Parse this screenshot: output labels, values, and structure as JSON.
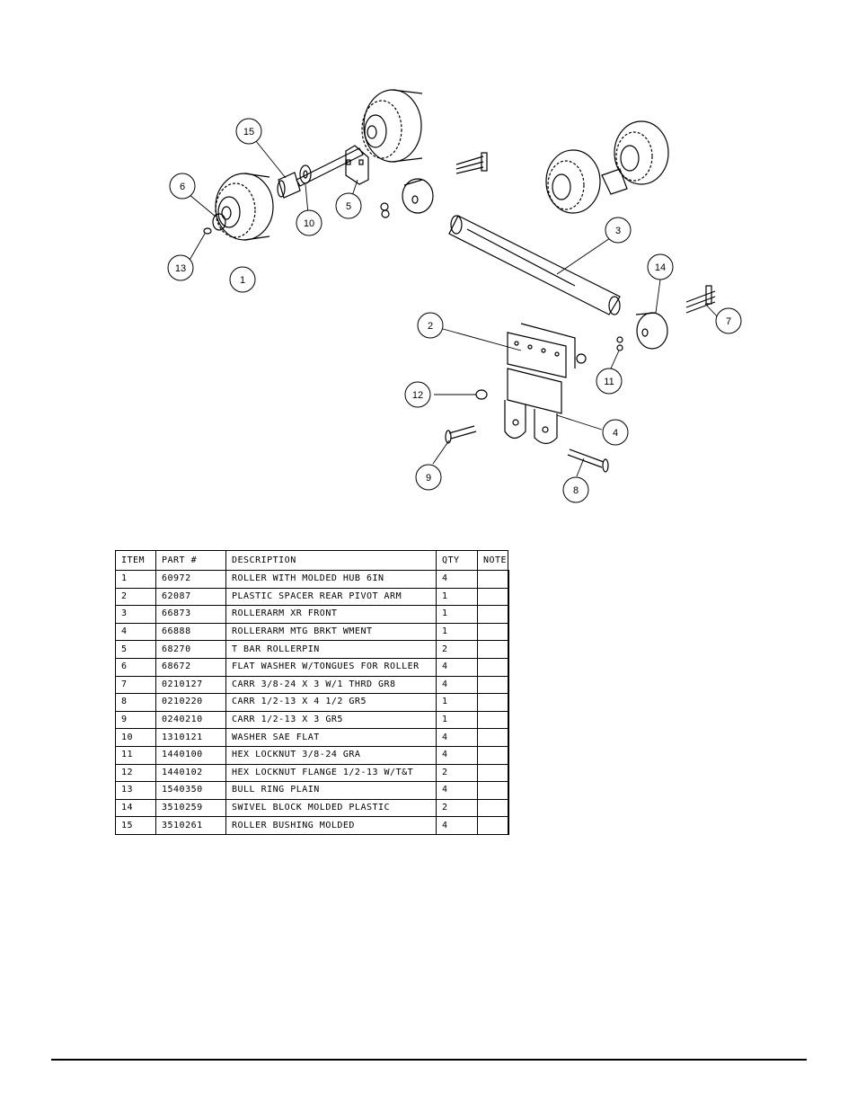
{
  "diagram": {
    "callouts": [
      "1",
      "2",
      "3",
      "4",
      "5",
      "6",
      "7",
      "8",
      "9",
      "10",
      "11",
      "12",
      "13",
      "14",
      "15"
    ]
  },
  "parts_table": {
    "headers": [
      "ITEM",
      "PART #",
      "DESCRIPTION",
      "QTY",
      "NOTE"
    ],
    "rows": [
      [
        "1",
        "60972",
        "ROLLER WITH MOLDED HUB  6IN",
        "4",
        ""
      ],
      [
        "2",
        "62087",
        "PLASTIC SPACER REAR PIVOT ARM",
        "1",
        ""
      ],
      [
        "3",
        "66873",
        "ROLLERARM XR FRONT",
        "1",
        ""
      ],
      [
        "4",
        "66888",
        "ROLLERARM MTG BRKT WMENT",
        "1",
        ""
      ],
      [
        "5",
        "68270",
        "T BAR ROLLERPIN",
        "2",
        ""
      ],
      [
        "6",
        "68672",
        "FLAT WASHER W/TONGUES FOR ROLLER",
        "4",
        ""
      ],
      [
        "7",
        "0210127",
        "CARR 3/8-24 X 3 W/1 THRD GR8",
        "4",
        ""
      ],
      [
        "8",
        "0210220",
        "CARR 1/2-13 X 4 1/2 GR5",
        "1",
        ""
      ],
      [
        "9",
        "0240210",
        "CARR 1/2-13 X 3 GR5",
        "1",
        ""
      ],
      [
        "10",
        "1310121",
        "WASHER SAE FLAT",
        "4",
        ""
      ],
      [
        "11",
        "1440100",
        "HEX LOCKNUT 3/8-24 GRA",
        "4",
        ""
      ],
      [
        "12",
        "1440102",
        "HEX LOCKNUT FLANGE 1/2-13 W/T&T",
        "2",
        ""
      ],
      [
        "13",
        "1540350",
        "BULL RING PLAIN",
        "4",
        ""
      ],
      [
        "14",
        "3510259",
        "SWIVEL BLOCK MOLDED PLASTIC",
        "2",
        ""
      ],
      [
        "15",
        "3510261",
        "ROLLER BUSHING MOLDED",
        "4",
        ""
      ]
    ]
  }
}
